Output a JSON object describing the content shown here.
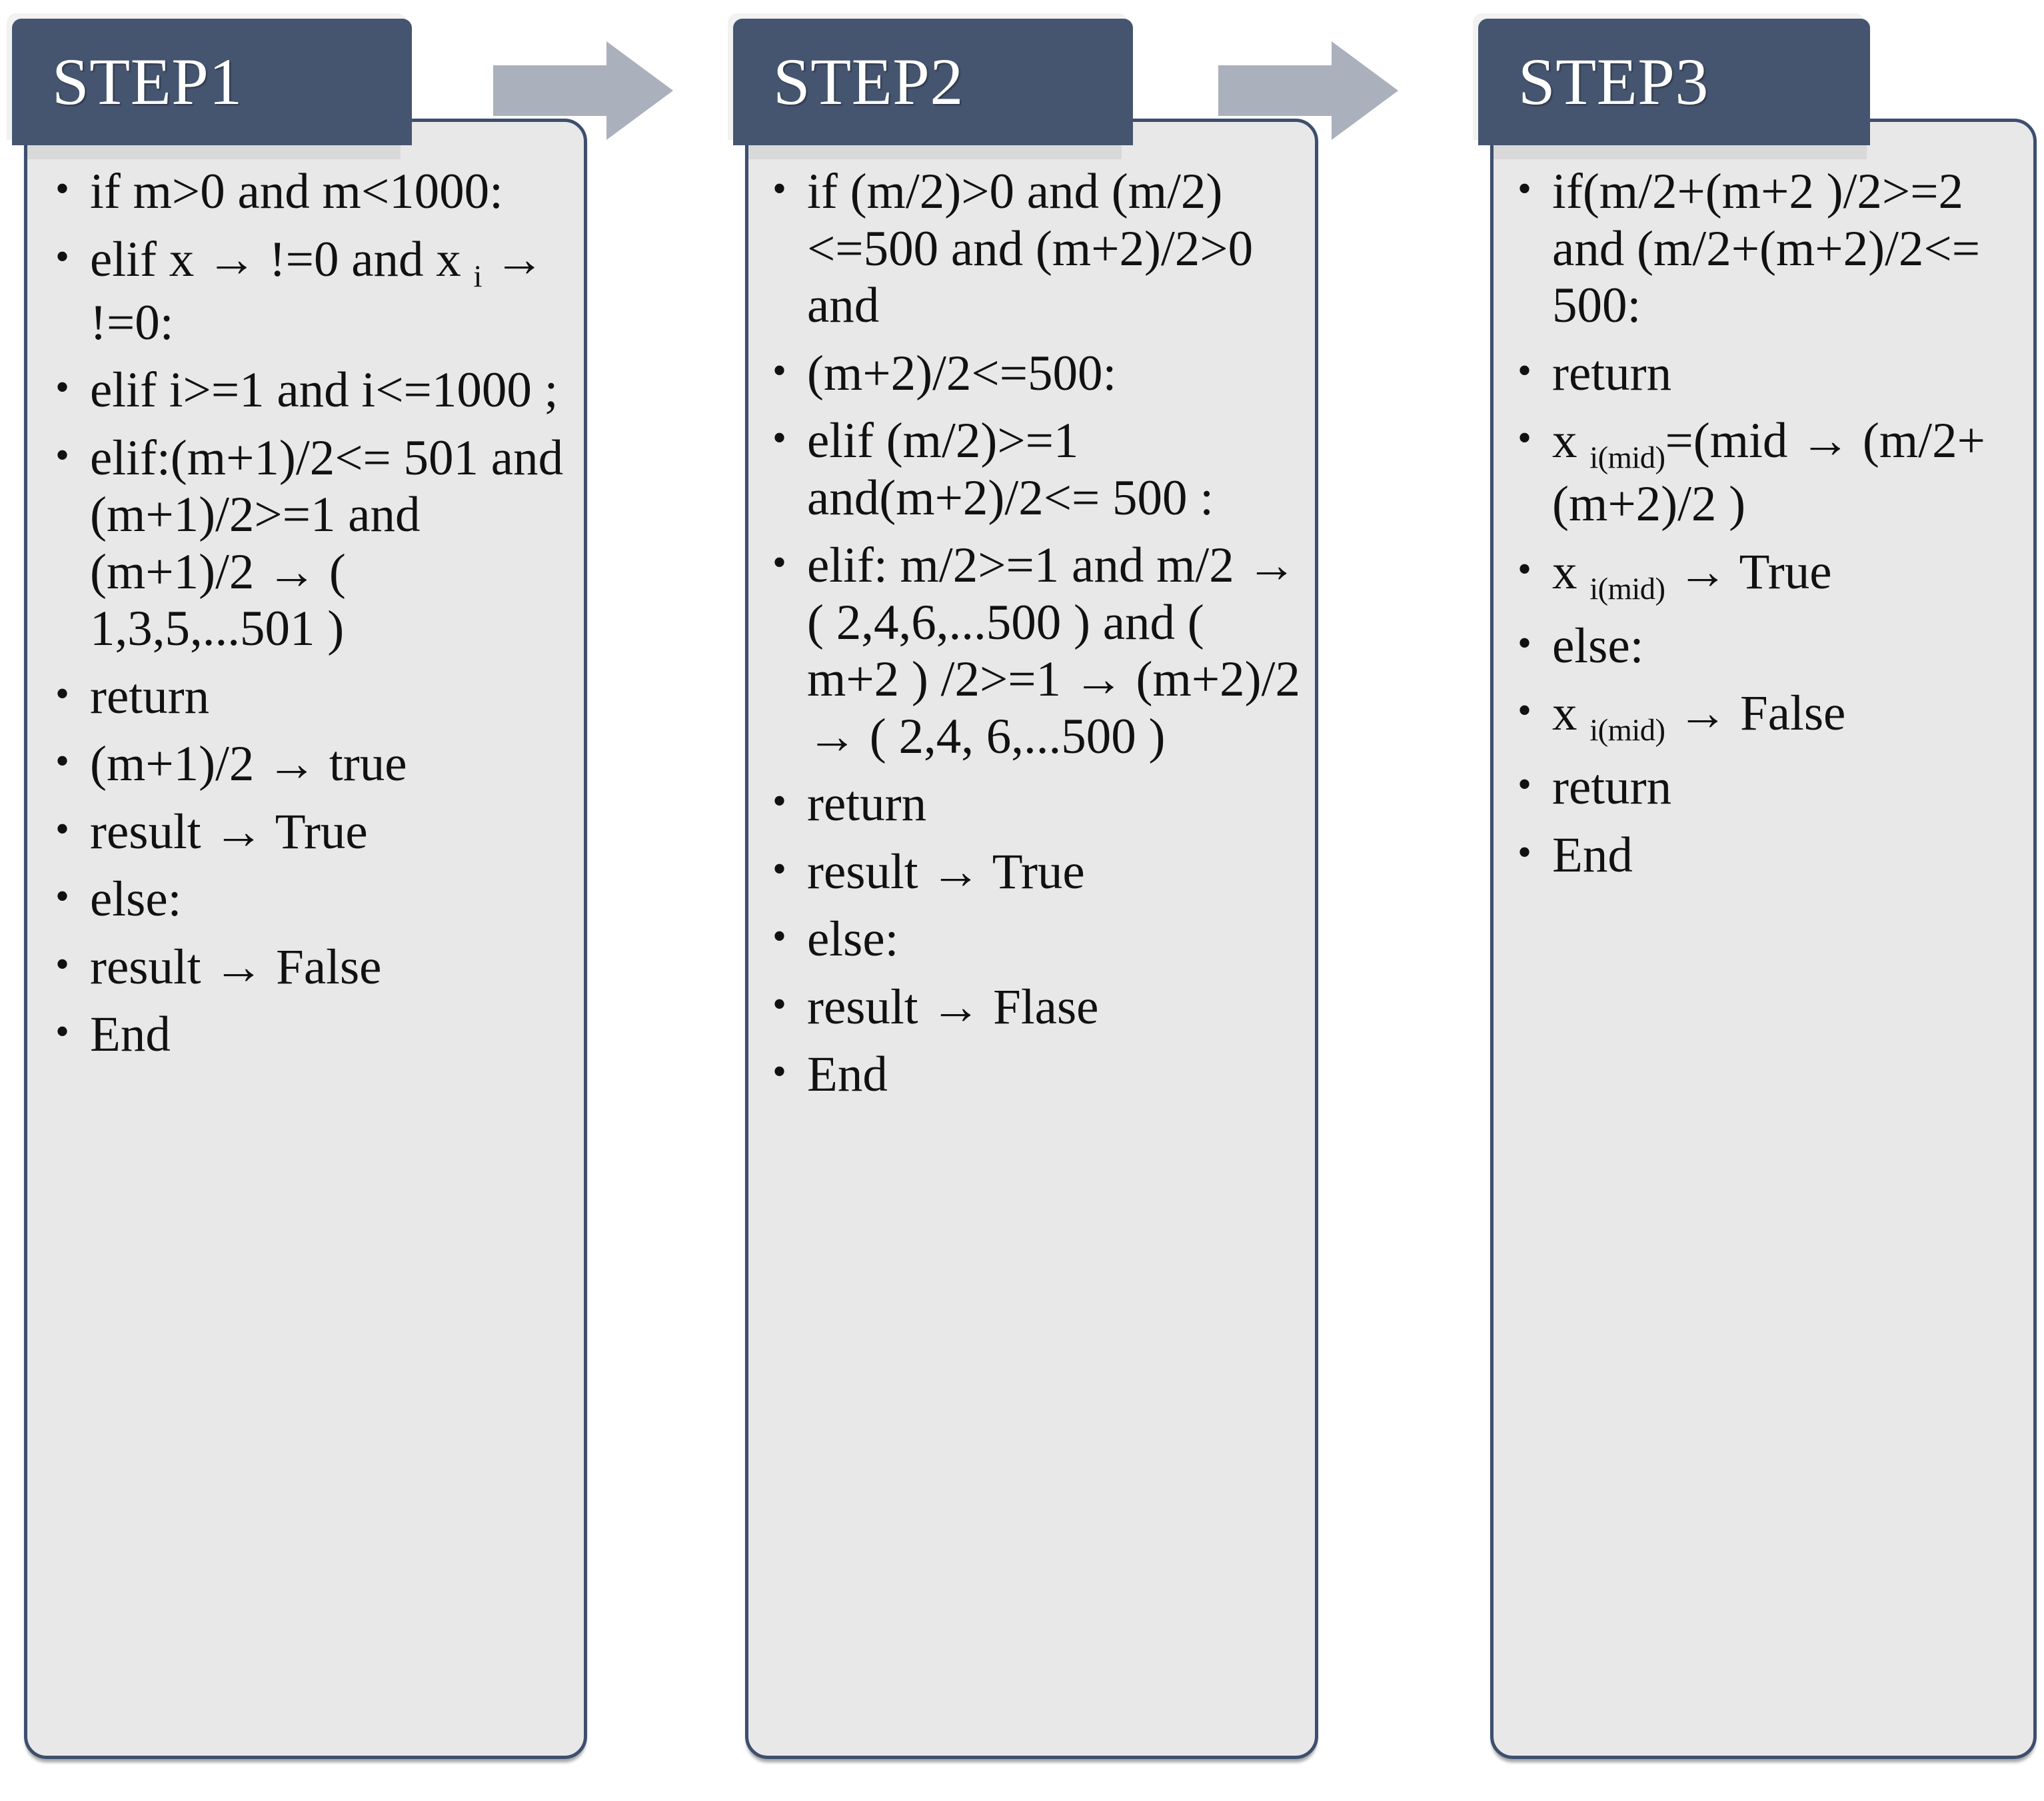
{
  "diagram": {
    "title": "Three-step algorithm pseudocode flow",
    "colors": {
      "header_bg": "#455570",
      "card_bg": "#e8e8e8",
      "card_border": "#3d4f6e",
      "arrow_fill": "#aab0bc",
      "text": "#111111",
      "header_text": "#ffffff"
    },
    "connectors": [
      {
        "name": "arrow-step1-to-step2",
        "icon": "right-arrow-icon"
      },
      {
        "name": "arrow-step2-to-step3",
        "icon": "right-arrow-icon"
      }
    ],
    "steps": [
      {
        "id": "step1",
        "header": "STEP1",
        "items": [
          {
            "pre": "if m>0 and m<1000:",
            "sub": "",
            "post": ""
          },
          {
            "pre": "elif x → !=0 and x ",
            "sub": "i",
            "post": " → !=0:"
          },
          {
            "pre": "elif i>=1 and i<=1000 ;",
            "sub": "",
            "post": ""
          },
          {
            "pre": "elif:(m+1)/2<= 501 and (m+1)/2>=1 and (m+1)/2 → ( 1,3,5,...501 )",
            "sub": "",
            "post": ""
          },
          {
            "pre": "return",
            "sub": "",
            "post": ""
          },
          {
            "pre": "(m+1)/2 → true",
            "sub": "",
            "post": ""
          },
          {
            "pre": "result → True",
            "sub": "",
            "post": ""
          },
          {
            "pre": "else:",
            "sub": "",
            "post": ""
          },
          {
            "pre": "result → False",
            "sub": "",
            "post": ""
          },
          {
            "pre": "End",
            "sub": "",
            "post": ""
          }
        ]
      },
      {
        "id": "step2",
        "header": "STEP2",
        "items": [
          {
            "pre": "if (m/2)>0 and (m/2)<=500 and (m+2)/2>0 and",
            "sub": "",
            "post": ""
          },
          {
            "pre": "(m+2)/2<=500:",
            "sub": "",
            "post": ""
          },
          {
            "pre": "elif (m/2)>=1 and(m+2)/2<= 500 :",
            "sub": "",
            "post": ""
          },
          {
            "pre": "elif: m/2>=1 and m/2 → ( 2,4,6,...500 ) and ( m+2 ) /2>=1 → (m+2)/2 → ( 2,4, 6,...500 )",
            "sub": "",
            "post": ""
          },
          {
            "pre": "return",
            "sub": "",
            "post": ""
          },
          {
            "pre": "result → True",
            "sub": "",
            "post": ""
          },
          {
            "pre": "else:",
            "sub": "",
            "post": ""
          },
          {
            "pre": "result → Flase",
            "sub": "",
            "post": ""
          },
          {
            "pre": "End",
            "sub": "",
            "post": ""
          }
        ]
      },
      {
        "id": "step3",
        "header": "STEP3",
        "items": [
          {
            "pre": "if(m/2+(m+2 )/2>=2 and (m/2+(m+2)/2<= 500:",
            "sub": "",
            "post": ""
          },
          {
            "pre": "return",
            "sub": "",
            "post": ""
          },
          {
            "pre": "x ",
            "sub": "i(mid)",
            "post": "=(mid → (m/2+(m+2)/2 )"
          },
          {
            "pre": "x ",
            "sub": "i(mid)",
            "post": " → True"
          },
          {
            "pre": "else:",
            "sub": "",
            "post": ""
          },
          {
            "pre": "x ",
            "sub": "i(mid)",
            "post": " → False"
          },
          {
            "pre": "return",
            "sub": "",
            "post": ""
          },
          {
            "pre": "End",
            "sub": "",
            "post": ""
          }
        ]
      }
    ]
  }
}
